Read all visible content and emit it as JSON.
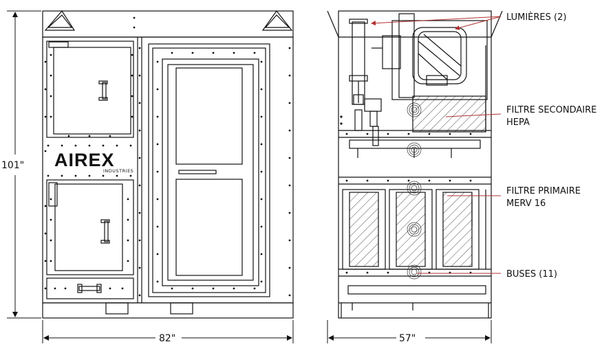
{
  "dimensions": {
    "height": "101\"",
    "width_front": "82\"",
    "width_side": "57\""
  },
  "logo": {
    "name": "AIREX",
    "sub": "INDUSTRIES"
  },
  "callouts": {
    "lights": "LUMIÈRES (2)",
    "secondary_line1": "FILTRE SECONDAIRE",
    "secondary_line2": "HEPA",
    "primary_line1": "FILTRE PRIMAIRE",
    "primary_line2": "MERV 16",
    "nozzles": "BUSES (11)"
  },
  "colors": {
    "line": "#111111",
    "leader": "#b03030"
  }
}
